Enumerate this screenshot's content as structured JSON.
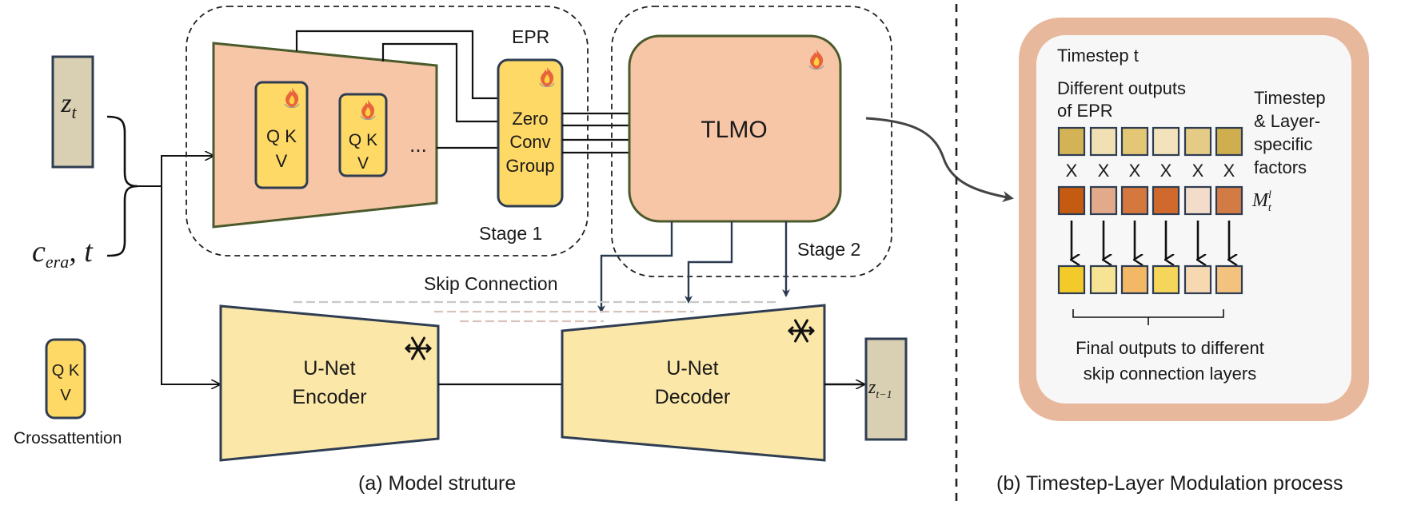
{
  "inputs": {
    "zt": "z",
    "zt_sub": "t",
    "cera": "c",
    "cera_sub": "era",
    "cera_tail": ", t",
    "zt1": "z",
    "zt1_sub": "t−1"
  },
  "epr": {
    "title": "EPR",
    "qkv1_top": "Q K",
    "qkv1_bottom": "V",
    "qkv2_top": "Q K",
    "qkv2_bottom": "V",
    "dots": "...",
    "zero_conv_1": "Zero",
    "zero_conv_2": "Conv",
    "zero_conv_3": "Group",
    "stage": "Stage 1"
  },
  "tlmo": {
    "label": "TLMO",
    "stage": "Stage 2"
  },
  "skip_label": "Skip Connection",
  "encoder": {
    "line1": "U-Net",
    "line2": "Encoder"
  },
  "decoder": {
    "line1": "U-Net",
    "line2": "Decoder"
  },
  "cross": {
    "top": "Q K",
    "bottom": "V",
    "label": "Crossattention"
  },
  "caption_a": "(a) Model struture",
  "caption_b": "(b) Timestep-Layer Modulation process",
  "panel_b": {
    "timestep": "Timestep t",
    "outputs_1": "Different outputs",
    "outputs_2": "of EPR",
    "factor_1": "Timestep",
    "factor_2": "& Layer-",
    "factor_3": "specific",
    "factor_4": "factors",
    "m": "M",
    "m_sup": "l",
    "m_sub": "t",
    "x_mark": "X",
    "final_1": "Final outputs to different",
    "final_2": "skip connection layers"
  },
  "colors": {
    "epr_fill": "#f7c6a7",
    "yellow_fill": "#ffd966",
    "unet_fill": "#fbe7a8",
    "latent_fill": "#d9cfb3",
    "panel_b_ring": "#e8b89c",
    "row1": [
      "#d4b356",
      "#f0e0b3",
      "#e3c775",
      "#f2e3bc",
      "#e4cb86",
      "#cfae50"
    ],
    "row2": [
      "#c55a11",
      "#e2a98a",
      "#d4783e",
      "#d06a2c",
      "#f4dccb",
      "#d27b45"
    ],
    "row3": [
      "#f2ca2a",
      "#f6e394",
      "#f3b866",
      "#f5d55a",
      "#f7d9b1",
      "#f4c27f"
    ]
  }
}
